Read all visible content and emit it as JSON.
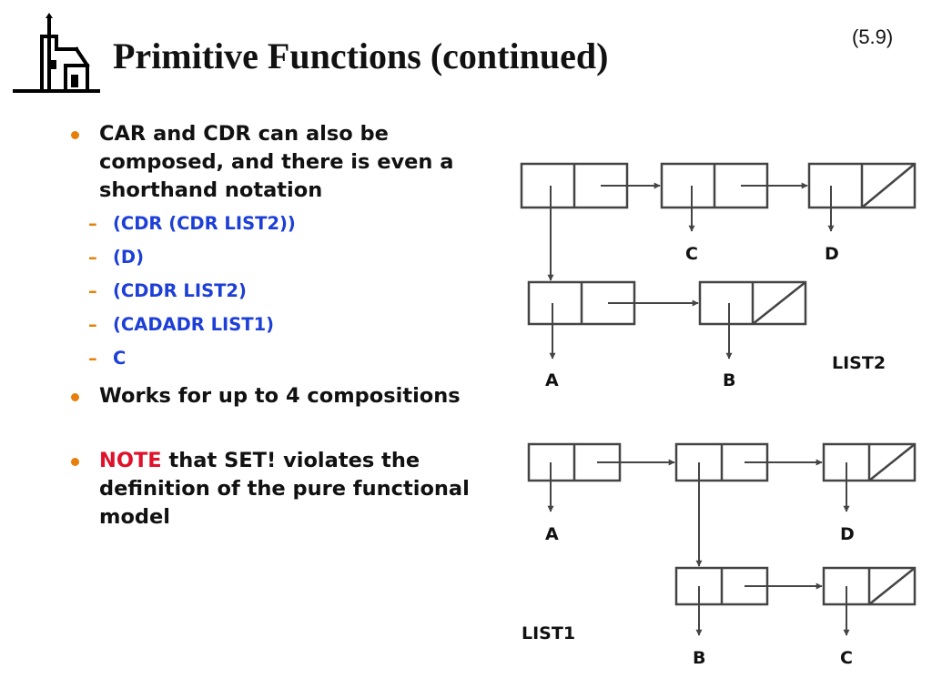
{
  "slide": {
    "title": "Primitive Functions (continued)",
    "page_number": "(5.9)"
  },
  "bullets": {
    "b1": "CAR and CDR can also be composed, and there is even a shorthand notation",
    "sub": [
      "(CDR  (CDR  LIST2))",
      "(D)",
      "(CDDR  LIST2)",
      "(CADADR  LIST1)",
      "C"
    ],
    "b2": "Works for up to 4 compositions",
    "b3_note": "NOTE",
    "b3_rest": " that SET! violates the definition of the pure functional model"
  },
  "diagram": {
    "list2": {
      "name": "LIST2",
      "top_labels": [
        "C",
        "D"
      ],
      "bottom_labels": [
        "A",
        "B"
      ]
    },
    "list1": {
      "name": "LIST1",
      "top_labels": [
        "A",
        "D"
      ],
      "bottom_labels": [
        "B",
        "C"
      ]
    }
  },
  "colors": {
    "bullet": "#e6800a",
    "sub_text": "#1d3fd6",
    "note": "#e0112b"
  }
}
